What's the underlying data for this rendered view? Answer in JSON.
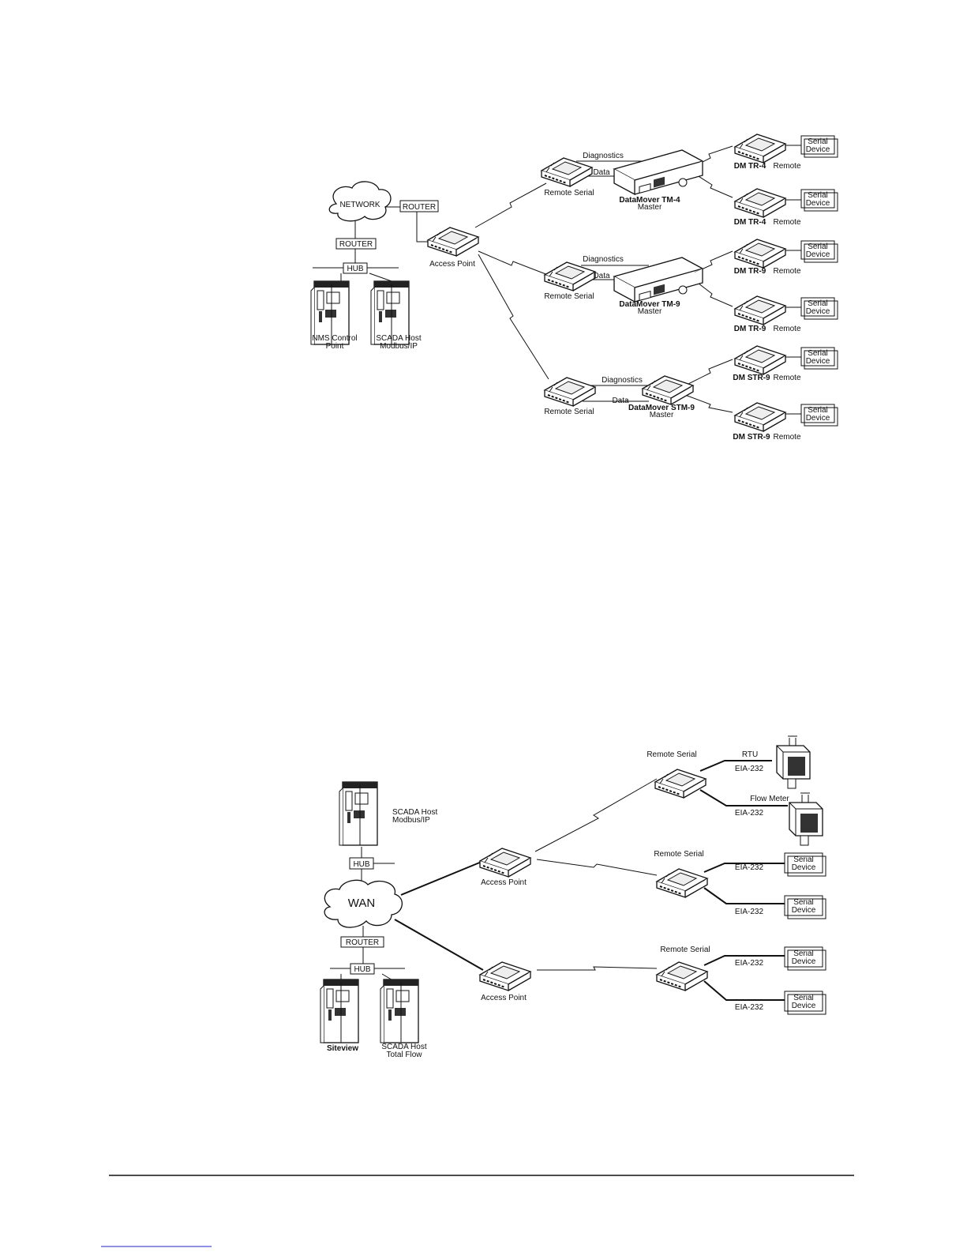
{
  "top_diagram": {
    "network": "NETWORK",
    "router_top": "ROUTER",
    "router_left": "ROUTER",
    "hub": "HUB",
    "nms_line1": "NMS Control",
    "nms_line2": "Point",
    "scada_line1": "SCADA Host",
    "scada_line2": "Modbus/IP",
    "access_point": "Access Point",
    "remote_serial": "Remote Serial",
    "diagnostics": "Diagnostics",
    "data": "Data",
    "master": "Master",
    "tm4_name": "DataMover TM-4",
    "tm9_name": "DataMover TM-9",
    "stm9_name": "DataMover STM-9",
    "serial_line1": "Serial",
    "serial_line2": "Device",
    "remote_word": "Remote",
    "tr4": "DM TR-4",
    "tr9": "DM TR-9",
    "str9": "DM STR-9"
  },
  "bottom_diagram": {
    "scada_top_line1": "SCADA Host",
    "scada_top_line2": "Modbus/IP",
    "hub_top": "HUB",
    "wan": "WAN",
    "router": "ROUTER",
    "hub_bottom": "HUB",
    "siteview": "Siteview",
    "scada_bottom_line1": "SCADA Host",
    "scada_bottom_line2": "Total Flow",
    "access_point": "Access Point",
    "remote_serial": "Remote Serial",
    "rtu": "RTU",
    "flow_meter": "Flow Meter",
    "eia": "EIA-232",
    "serial_line1": "Serial",
    "serial_line2": "Device"
  }
}
